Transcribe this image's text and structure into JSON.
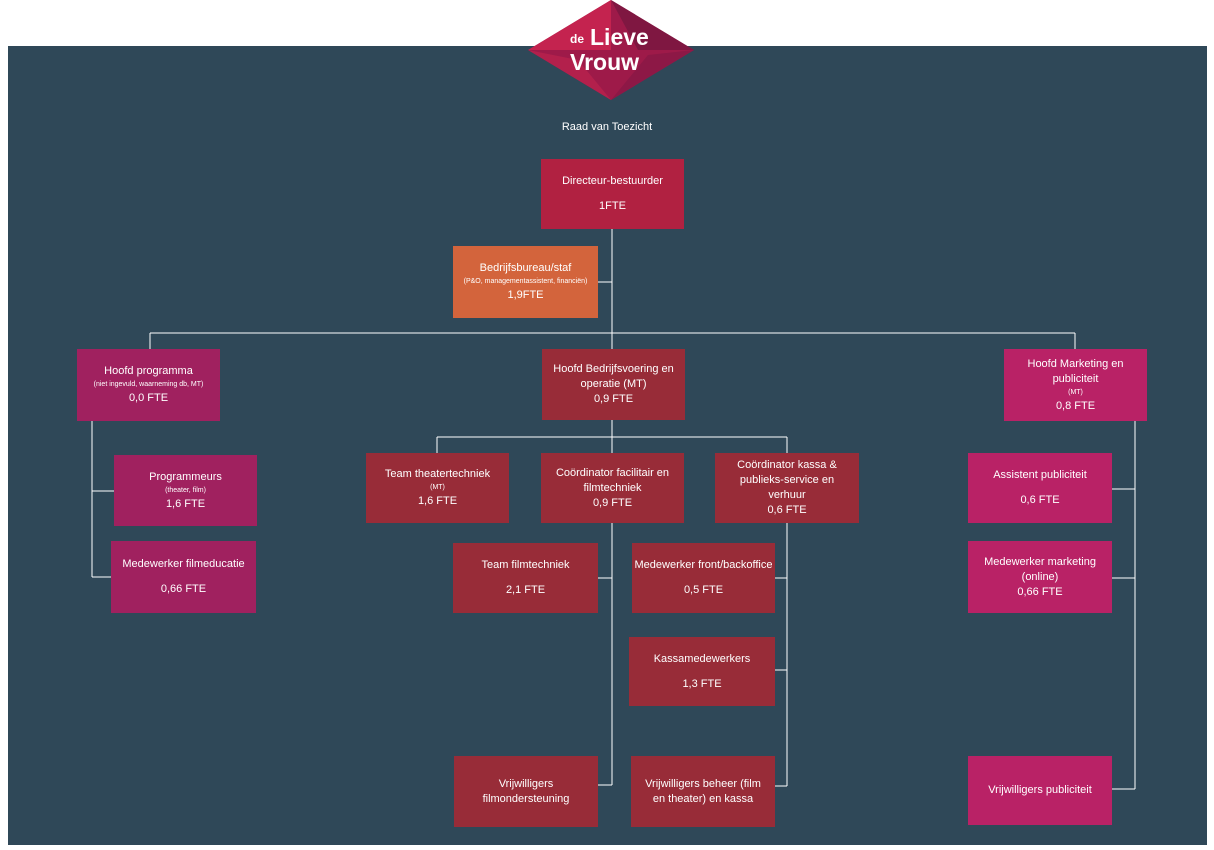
{
  "logo": {
    "word1": "de",
    "word2": "Lieve",
    "word3": "Vrouw"
  },
  "raad": "Raad van Toezicht",
  "director": {
    "title": "Directeur-bestuurder",
    "fte": "1FTE"
  },
  "staff": {
    "title": "Bedrijfsbureau/staf",
    "sub": "(P&O, managementassistent, financiën)",
    "fte": "1,9FTE"
  },
  "hoofd_programma": {
    "title": "Hoofd programma",
    "sub": "(niet ingevuld, waarneming db, MT)",
    "fte": "0,0 FTE"
  },
  "hoofd_bedrijf": {
    "title": "Hoofd Bedrijfsvoering en operatie (MT)",
    "fte": "0,9 FTE"
  },
  "hoofd_marketing": {
    "title": "Hoofd Marketing en publiciteit",
    "sub": "(MT)",
    "fte": "0,8 FTE"
  },
  "programmeurs": {
    "title": "Programmeurs",
    "sub": "(theater, film)",
    "fte": "1,6 FTE"
  },
  "filmeducatie": {
    "title": "Medewerker filmeducatie",
    "fte": "0,66 FTE"
  },
  "theatertechniek": {
    "title": "Team theatertechniek",
    "sub": "(MT)",
    "fte": "1,6 FTE"
  },
  "facilitair": {
    "title": "Coördinator facilitair en filmtechniek",
    "fte": "0,9 FTE"
  },
  "kassa_coord": {
    "title": "Coördinator kassa & publieks-service en verhuur",
    "fte": "0,6 FTE"
  },
  "filmtechniek": {
    "title": "Team filmtechniek",
    "fte": "2,1 FTE"
  },
  "frontback": {
    "title": "Medewerker front/backoffice",
    "fte": "0,5 FTE"
  },
  "kassamedewerkers": {
    "title": "Kassamedewerkers",
    "fte": "1,3 FTE"
  },
  "vrijw_film": {
    "title": "Vrijwilligers filmondersteuning"
  },
  "vrijw_beheer": {
    "title": "Vrijwilligers beheer (film en theater) en kassa"
  },
  "assistent_pub": {
    "title": "Assistent publiciteit",
    "fte": "0,6 FTE"
  },
  "medew_marketing": {
    "title": "Medewerker marketing (online)",
    "fte": "0,66 FTE"
  },
  "vrijw_pub": {
    "title": "Vrijwilligers publiciteit"
  },
  "colors": {
    "background": "#2f4858",
    "director": "#b12141",
    "staff": "#d3643c",
    "operations": "#982c38",
    "programma": "#a0215f",
    "marketing": "#b92266",
    "connector": "#ffffff"
  }
}
